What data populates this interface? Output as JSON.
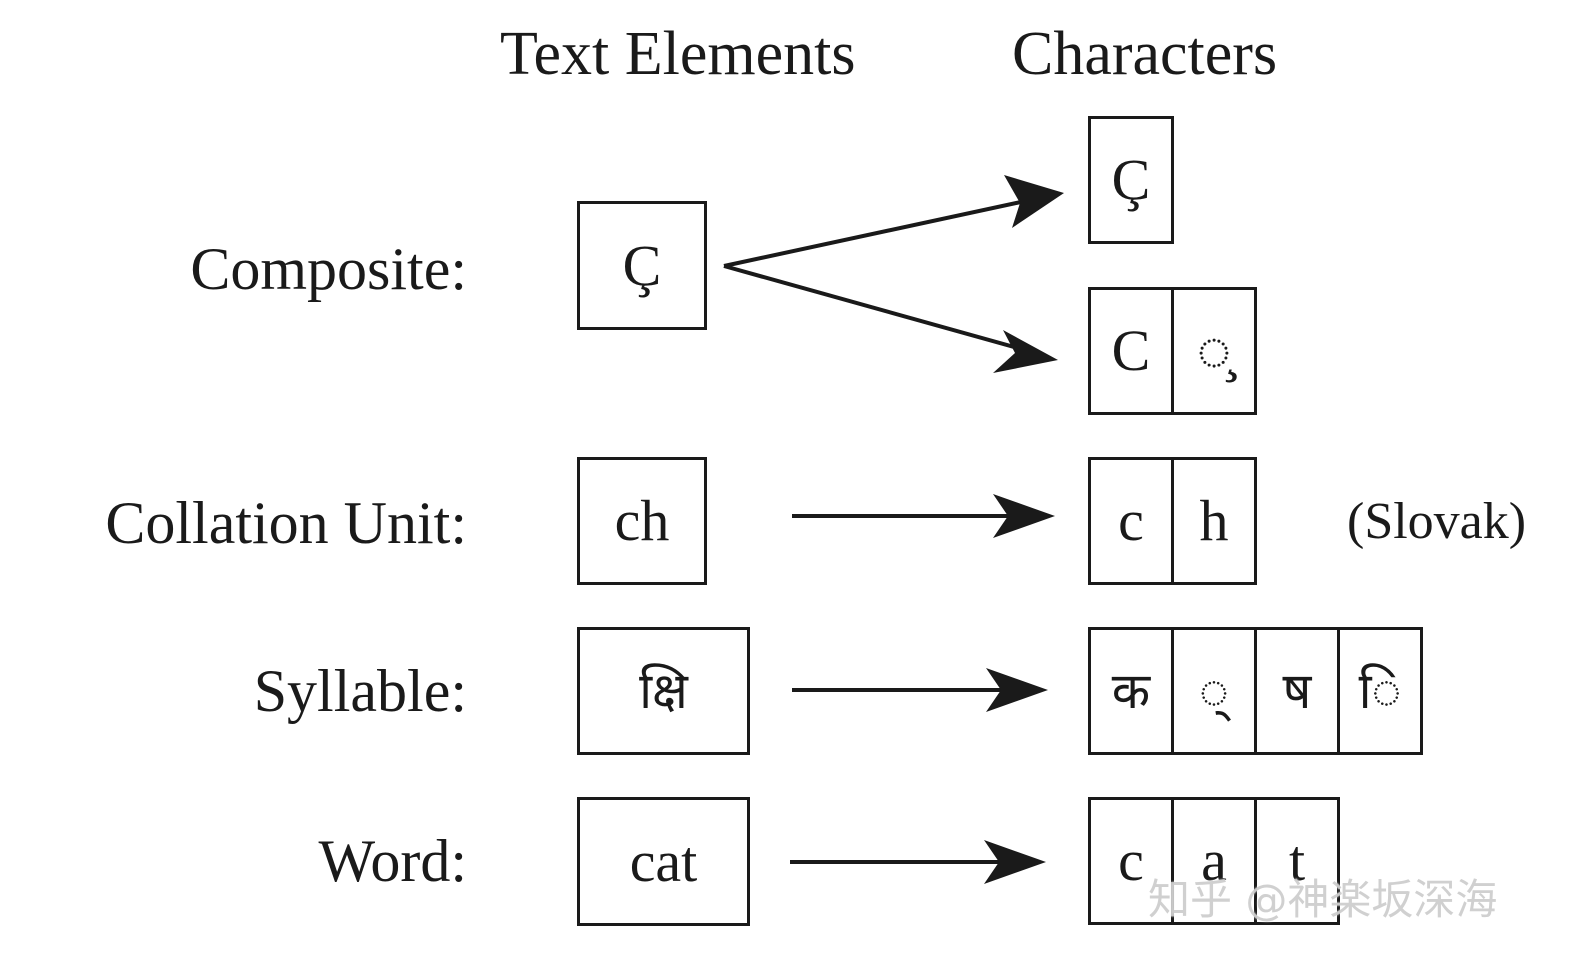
{
  "headers": {
    "text_elements": "Text Elements",
    "characters": "Characters"
  },
  "rows": [
    {
      "label": "Composite:",
      "element": "Ç",
      "decompositions": [
        [
          "Ç"
        ],
        [
          "C",
          "◌̧"
        ]
      ]
    },
    {
      "label": "Collation Unit:",
      "element": "ch",
      "characters": [
        "c",
        "h"
      ],
      "note": "(Slovak)"
    },
    {
      "label": "Syllable:",
      "element": "क्षि",
      "characters": [
        "क",
        "◌्",
        "ष",
        "ि"
      ]
    },
    {
      "label": "Word:",
      "element": "cat",
      "characters": [
        "c",
        "a",
        "t"
      ]
    }
  ],
  "watermark": "知乎 @神楽坂深海"
}
